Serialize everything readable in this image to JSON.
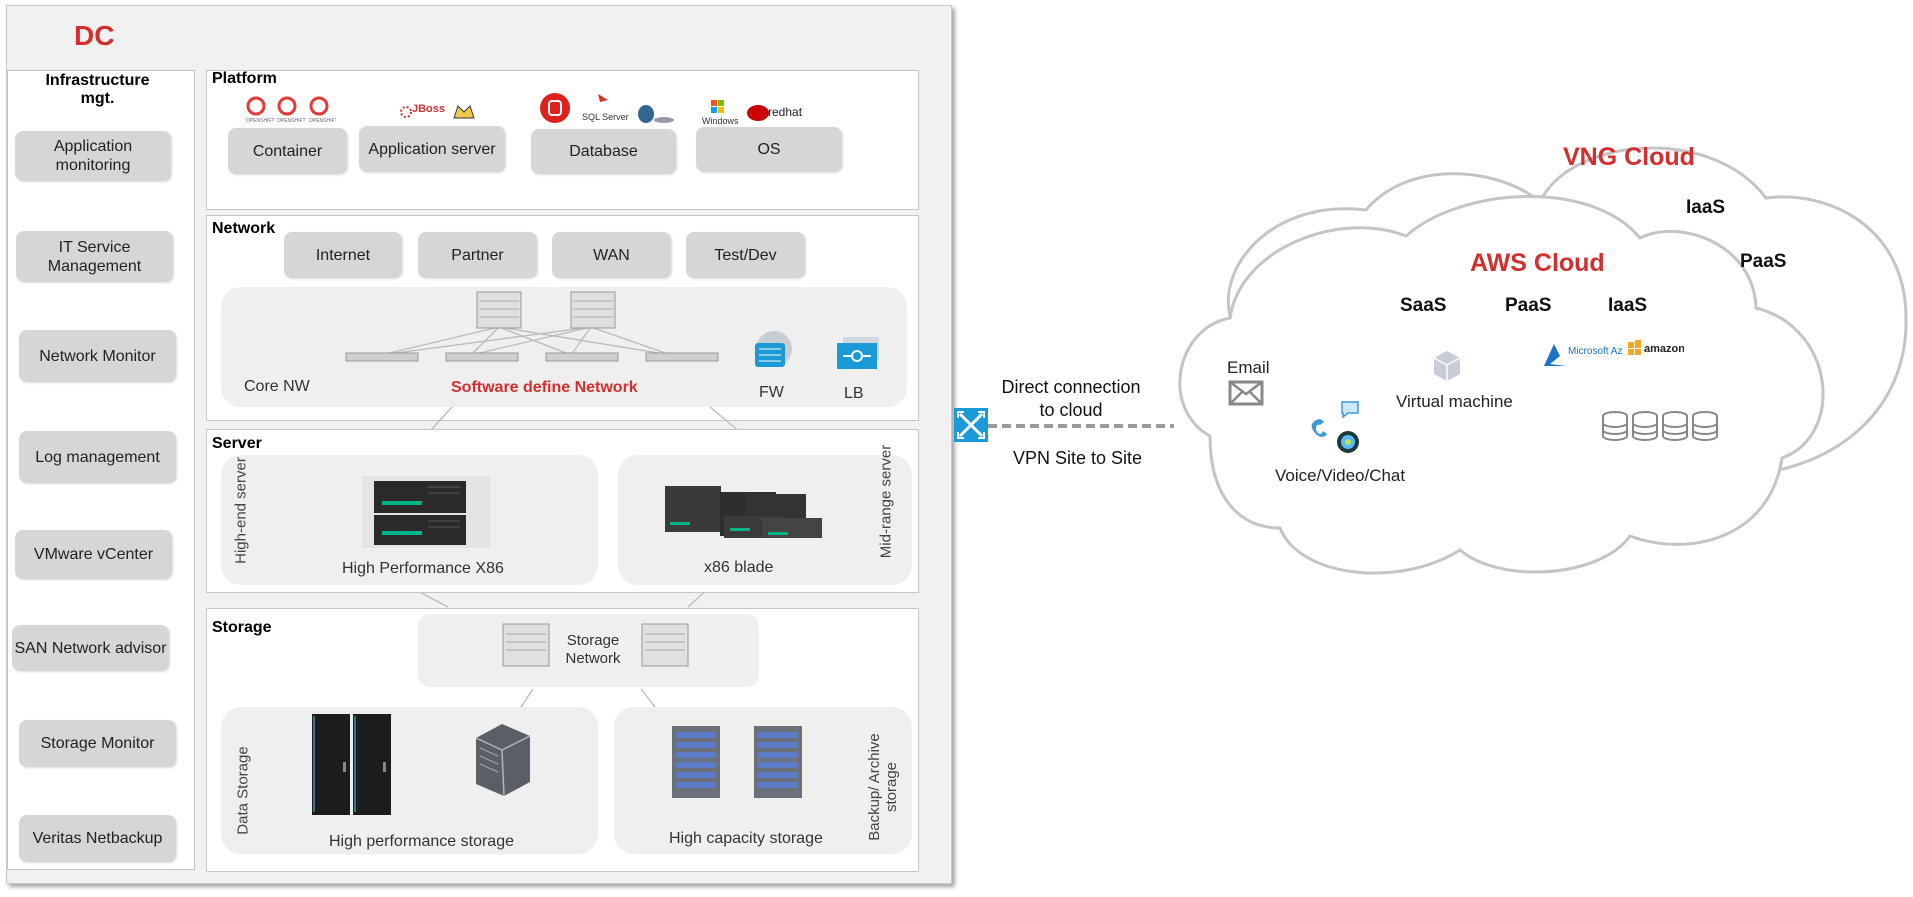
{
  "dc": {
    "title": "DC",
    "infra": {
      "title": "Infrastructure mgt.",
      "items": [
        "Application monitoring",
        "IT Service Management",
        "Network Monitor",
        "Log management",
        "VMware vCenter",
        "SAN Network advisor",
        "Storage Monitor",
        "Veritas Netbackup"
      ]
    },
    "platform": {
      "title": "Platform",
      "buttons": [
        "Container",
        "Application server",
        "Database",
        "OS"
      ],
      "logos": {
        "openshift": "OPENSHIFT",
        "jboss": "JBoss",
        "sqlserver": "SQL Server",
        "windows": "Windows",
        "redhat": "redhat"
      }
    },
    "network": {
      "title": "Network",
      "buttons": [
        "Internet",
        "Partner",
        "WAN",
        "Test/Dev"
      ],
      "core": "Core NW",
      "sdn": "Software define Network",
      "fw": "FW",
      "lb": "LB"
    },
    "server": {
      "title": "Server",
      "high_end": "High-end server",
      "high_perf": "High Performance X86",
      "blade": "x86 blade",
      "mid_range": "Mid-range server"
    },
    "storage": {
      "title": "Storage",
      "network": "Storage Network",
      "data_storage": "Data Storage",
      "high_perf": "High performance storage",
      "high_cap": "High capacity storage",
      "backup": "Backup/ Archive storage"
    }
  },
  "connection": {
    "label": "Direct connection to cloud",
    "vpn": "VPN Site to Site"
  },
  "vng_cloud": {
    "title": "VNG Cloud",
    "services": [
      "IaaS",
      "PaaS"
    ]
  },
  "aws_cloud": {
    "title": "AWS Cloud",
    "services": [
      "SaaS",
      "PaaS",
      "IaaS"
    ],
    "email": "Email",
    "vm": "Virtual machine",
    "vvc": "Voice/Video/Chat",
    "azure": "Microsoft Azure",
    "amazon": "amazon web services"
  },
  "colors": {
    "accent_red": "#d32f2f",
    "button_gray": "#d6d6d6",
    "zone_gray": "#efefef",
    "link_blue": "#1a9ad7"
  }
}
